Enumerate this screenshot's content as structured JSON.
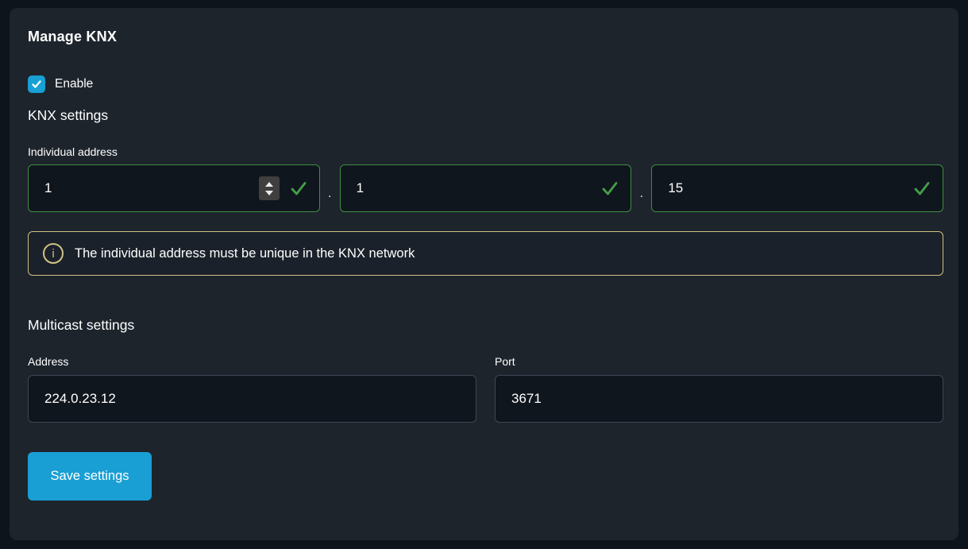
{
  "page": {
    "title": "Manage KNX"
  },
  "enable": {
    "label": "Enable",
    "checked": true
  },
  "knx_settings": {
    "heading": "KNX settings",
    "individual_address": {
      "label": "Individual address",
      "separator": ".",
      "parts": [
        {
          "value": "1",
          "valid": true
        },
        {
          "value": "1",
          "valid": true
        },
        {
          "value": "15",
          "valid": true
        }
      ]
    },
    "info": {
      "text": "The individual address must be unique in the KNX network"
    }
  },
  "multicast": {
    "heading": "Multicast settings",
    "address": {
      "label": "Address",
      "value": "224.0.23.12"
    },
    "port": {
      "label": "Port",
      "value": "3671"
    }
  },
  "actions": {
    "save_label": "Save settings"
  },
  "icons": {
    "checkbox_check": "checkmark-icon",
    "stepper": "number-stepper-icon",
    "valid": "valid-check-icon",
    "info": "info-circle-icon"
  },
  "colors": {
    "background": "#0e141b",
    "card": "#1d242c",
    "input_background": "#10161e",
    "valid_border": "#3e8e41",
    "valid_check": "#43a047",
    "info_border": "#d0c184",
    "neutral_border": "#3b4754",
    "accent_blue": "#189fd4",
    "text": "#ffffff"
  }
}
